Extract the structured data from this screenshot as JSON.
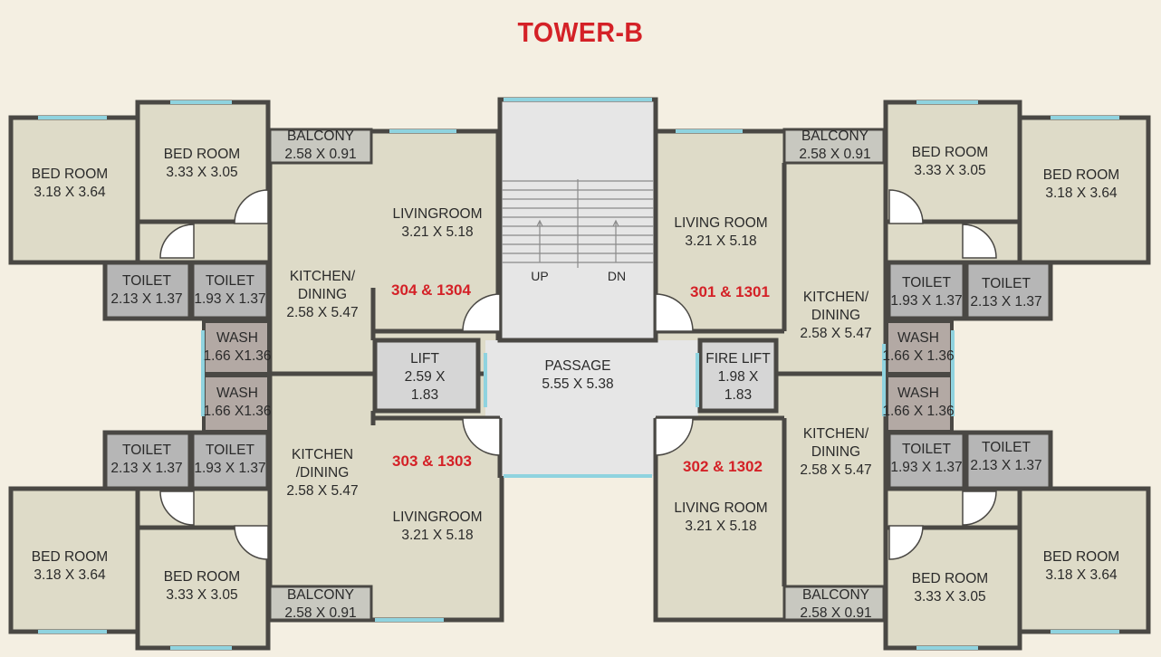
{
  "title": "TOWER-B",
  "colors": {
    "title": "#d42127",
    "wall": "#4a4844",
    "room": "#dedbc8",
    "toilet": "#b6b6b6",
    "wash": "#b3a9a4",
    "window": "#8fd3df",
    "background": "#f4efe2"
  },
  "units": [
    "304 & 1304",
    "301 & 1301",
    "303 & 1303",
    "302 & 1302"
  ],
  "stair": {
    "up": "UP",
    "dn": "DN"
  },
  "rooms": {
    "bed_ul_outer": [
      "BED ROOM",
      "3.18 X 3.64"
    ],
    "bed_ul_inner": [
      "BED ROOM",
      "3.33 X 3.05"
    ],
    "balcony_ul": [
      "BALCONY",
      "2.58 X 0.91"
    ],
    "living_ul": [
      "LIVINGROOM",
      "3.21 X 5.18"
    ],
    "kitchen_ul": [
      "KITCHEN/",
      "DINING",
      "2.58 X 5.47"
    ],
    "toilet_ul_a": [
      "TOILET",
      "2.13 X 1.37"
    ],
    "toilet_ul_b": [
      "TOILET",
      "1.93 X 1.37"
    ],
    "wash_ul": [
      "WASH",
      "1.66 X1.36"
    ],
    "wash_ll": [
      "WASH",
      "1.66 X1.36"
    ],
    "toilet_ll_a": [
      "TOILET",
      "2.13 X 1.37"
    ],
    "toilet_ll_b": [
      "TOILET",
      "1.93 X 1.37"
    ],
    "kitchen_ll": [
      "KITCHEN",
      "/DINING",
      "2.58 X 5.47"
    ],
    "living_ll": [
      "LIVINGROOM",
      "3.21 X 5.18"
    ],
    "bed_ll_outer": [
      "BED ROOM",
      "3.18 X 3.64"
    ],
    "bed_ll_inner": [
      "BED ROOM",
      "3.33 X 3.05"
    ],
    "balcony_ll": [
      "BALCONY",
      "2.58 X 0.91"
    ],
    "lift": [
      "LIFT",
      "2.59 X",
      "1.83"
    ],
    "passage": [
      "PASSAGE",
      "5.55 X 5.38"
    ],
    "fire_lift": [
      "FIRE LIFT",
      "1.98 X",
      "1.83"
    ],
    "living_ur": [
      "LIVING ROOM",
      "3.21 X 5.18"
    ],
    "balcony_ur": [
      "BALCONY",
      "2.58 X 0.91"
    ],
    "bed_ur_inner": [
      "BED ROOM",
      "3.33 X 3.05"
    ],
    "bed_ur_outer": [
      "BED ROOM",
      "3.18 X 3.64"
    ],
    "kitchen_ur": [
      "KITCHEN/",
      "DINING",
      "2.58 X 5.47"
    ],
    "toilet_ur_a": [
      "TOILET",
      "1.93 X 1.37"
    ],
    "toilet_ur_b": [
      "TOILET",
      "2.13 X 1.37"
    ],
    "wash_ur": [
      "WASH",
      "1.66 X 1.36"
    ],
    "wash_lr": [
      "WASH",
      "1.66 X 1.36"
    ],
    "kitchen_lr": [
      "KITCHEN/",
      "DINING",
      "2.58 X 5.47"
    ],
    "toilet_lr_a": [
      "TOILET",
      "1.93 X 1.37"
    ],
    "toilet_lr_b": [
      "TOILET",
      "2.13 X 1.37"
    ],
    "living_lr": [
      "LIVING ROOM",
      "3.21 X 5.18"
    ],
    "bed_lr_inner": [
      "BED ROOM",
      "3.33 X 3.05"
    ],
    "bed_lr_outer": [
      "BED ROOM",
      "3.18 X 3.64"
    ],
    "balcony_lr": [
      "BALCONY",
      "2.58 X 0.91"
    ]
  }
}
